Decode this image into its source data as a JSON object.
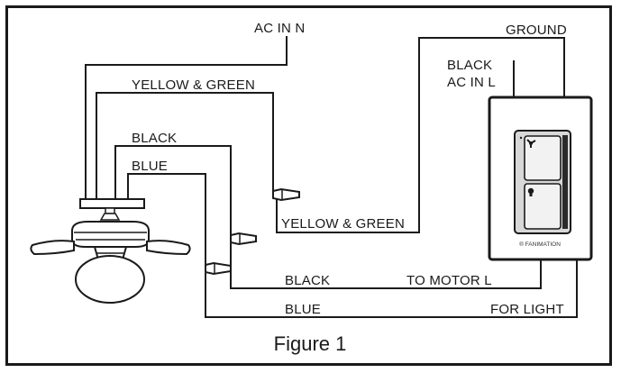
{
  "diagram": {
    "labels": {
      "ac_in_n": "AC IN N",
      "yellow_green_top": "YELLOW & GREEN",
      "black_top": "BLACK",
      "blue_top": "BLUE",
      "ground": "GROUND",
      "black_ac_line1": "BLACK",
      "black_ac_line2": "AC IN L",
      "yellow_green_bottom": "YELLOW & GREEN",
      "black_bottom": "BLACK",
      "to_motor_l": "TO MOTOR L",
      "blue_bottom": "BLUE",
      "for_light": "FOR LIGHT",
      "brand": "® FANIMATION"
    },
    "caption": "Figure 1"
  }
}
